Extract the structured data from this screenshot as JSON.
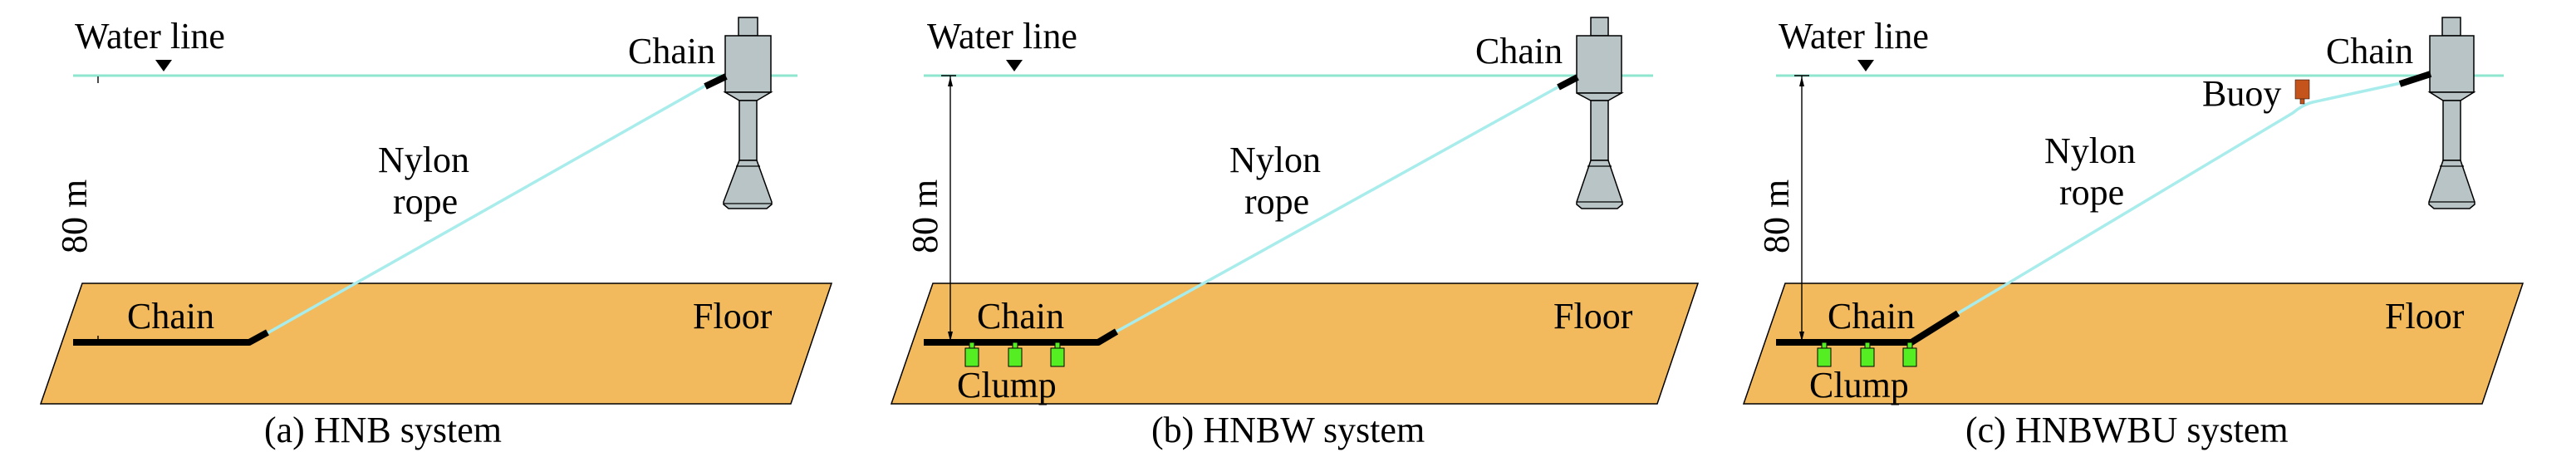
{
  "figure": {
    "panels": [
      {
        "id": "a",
        "caption": "(a) HNB system",
        "water_line_label": "Water line",
        "depth_label": "80 m",
        "fairlead_chain_label": "Chain",
        "rope_label_line1": "Nylon",
        "rope_label_line2": "rope",
        "bottom_chain_label": "Chain",
        "floor_label": "Floor",
        "has_dimension_arrow": false,
        "clump_label": null,
        "clump_count": 0,
        "buoy_label": null
      },
      {
        "id": "b",
        "caption": "(b) HNBW system",
        "water_line_label": "Water line",
        "depth_label": "80 m",
        "fairlead_chain_label": "Chain",
        "rope_label_line1": "Nylon",
        "rope_label_line2": "rope",
        "bottom_chain_label": "Chain",
        "floor_label": "Floor",
        "has_dimension_arrow": true,
        "clump_label": "Clump",
        "clump_count": 3,
        "buoy_label": null
      },
      {
        "id": "c",
        "caption": "(c) HNBWBU system",
        "water_line_label": "Water line",
        "depth_label": "80 m",
        "fairlead_chain_label": "Chain",
        "rope_label_line1": "Nylon",
        "rope_label_line2": "rope",
        "bottom_chain_label": "Chain",
        "floor_label": "Floor",
        "has_dimension_arrow": true,
        "clump_label": "Clump",
        "clump_count": 3,
        "buoy_label": "Buoy"
      }
    ],
    "colors": {
      "water_line": "#8fe6cf",
      "floor": "#f2ba5c",
      "nylon_rope": "#a8ecec",
      "chain": "#000000",
      "spar_buoy": "#b8c4c6",
      "clump_weight": "#55ee22",
      "submerged_buoy": "#c4541c"
    }
  }
}
